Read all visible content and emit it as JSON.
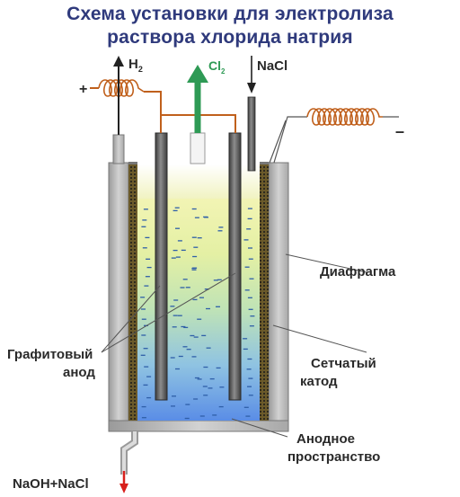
{
  "title": {
    "line1": "Схема установки для электролиза",
    "line2": "раствора хлорида натрия"
  },
  "labels": {
    "h2_symbol": "H",
    "h2_sub": "2",
    "cl2_symbol": "Cl",
    "cl2_sub": "2",
    "nacl": "NaCl",
    "plus": "+",
    "minus": "–",
    "diaphragm": "Диафрагма",
    "anode_line1": "Графитовый",
    "anode_line2": "анод",
    "cathode_line1": "Сетчатый",
    "cathode_line2": "катод",
    "anode_space_line1": "Анодное",
    "anode_space_line2": "пространство",
    "outlet": "NaOH+NaCl"
  },
  "colors": {
    "title": "#2f3a7c",
    "h2_arrow": "#222222",
    "cl2_arrow": "#2e9a55",
    "outlet_arrow": "#d8201c",
    "wire": "#c0601c",
    "wall": "#b5b5b5",
    "diaphragm": "#6b5a2a",
    "electrode": "#5a5a5a"
  }
}
